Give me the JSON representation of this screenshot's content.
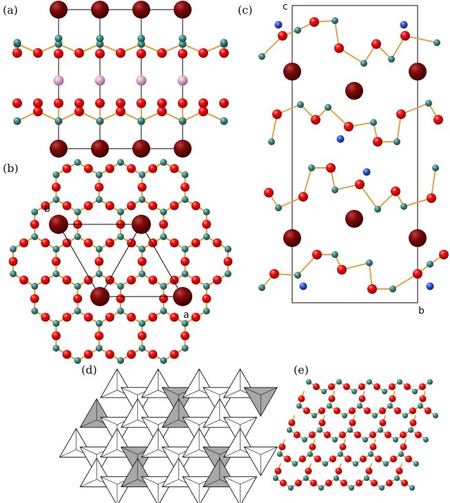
{
  "panels": {
    "a": {
      "label": "(a)"
    },
    "b": {
      "label": "(b)",
      "axis_a": "a",
      "axis_b": "b"
    },
    "c": {
      "label": "(c)",
      "axis_c": "c",
      "axis_b": "b"
    },
    "d": {
      "label": "(d)"
    },
    "e": {
      "label": "(e)"
    }
  },
  "colors": {
    "oxygen": "#e00000",
    "silicon": "#3e8a86",
    "cation_large": "#7a0a0a",
    "cation_pink": "#d9a6c8",
    "cation_blue": "#2a50c8",
    "bond": "#e2a33c",
    "cell": "#000000",
    "tetra_fill": "#a8a8a8"
  }
}
